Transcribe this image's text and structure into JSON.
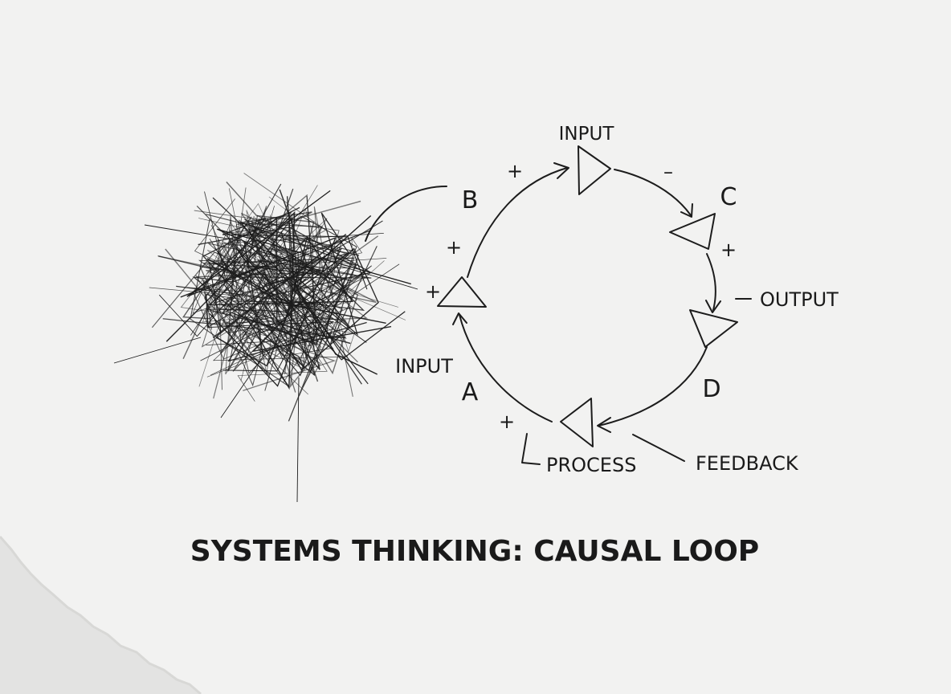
{
  "title": "SYSTEMS THINKING: CAUSAL LOOP",
  "nodes": {
    "a": {
      "letter": "A",
      "label": "INPUT"
    },
    "b": {
      "letter": "B"
    },
    "c": {
      "letter": "C"
    },
    "d": {
      "letter": "D"
    },
    "top": {
      "label": "INPUT"
    },
    "bottom": {
      "label": "PROCESS"
    }
  },
  "annotations": {
    "output": "OUTPUT",
    "feedback": "FEEDBACK"
  },
  "signs": {
    "left_outer": "+",
    "left_inner": "+",
    "top_left": "+",
    "top_right": "–",
    "right": "+",
    "bottom_left": "+"
  },
  "colors": {
    "paper": "#f2f2f1",
    "backdrop": "#e6e6e6",
    "ink": "#1c1c1c"
  },
  "icons": [
    "scribble-tangle",
    "triangle-node",
    "arrowhead"
  ]
}
